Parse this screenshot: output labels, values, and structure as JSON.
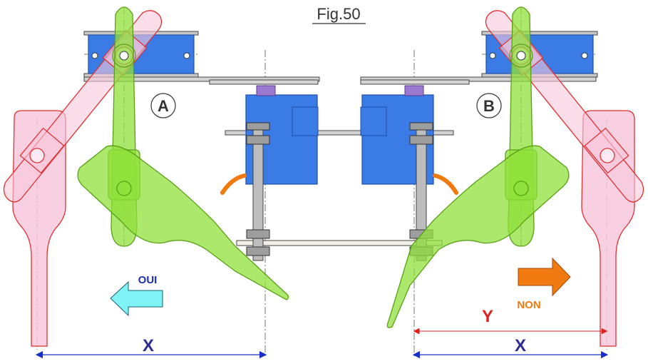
{
  "figure": {
    "title": "Fig.50",
    "label_a": "A",
    "label_b": "B",
    "arrow_oui": "OUI",
    "arrow_non": "NON",
    "dim_x_left": "X",
    "dim_x_right": "X",
    "dim_y": "Y"
  },
  "colors": {
    "servo_blue": "#3b7be6",
    "servo_dark": "#1f4fa8",
    "lever_green": "#8fe03a",
    "lever_green_edge": "#5aa016",
    "pink_fill": "#f8c8dc",
    "pink_edge": "#e03030",
    "orange": "#f07a10",
    "cyan": "#7ff3f5",
    "dimension_blue": "#1830c8",
    "dimension_red": "#e02020",
    "label_blue": "#1a2fb0",
    "label_orange": "#f07a10"
  }
}
